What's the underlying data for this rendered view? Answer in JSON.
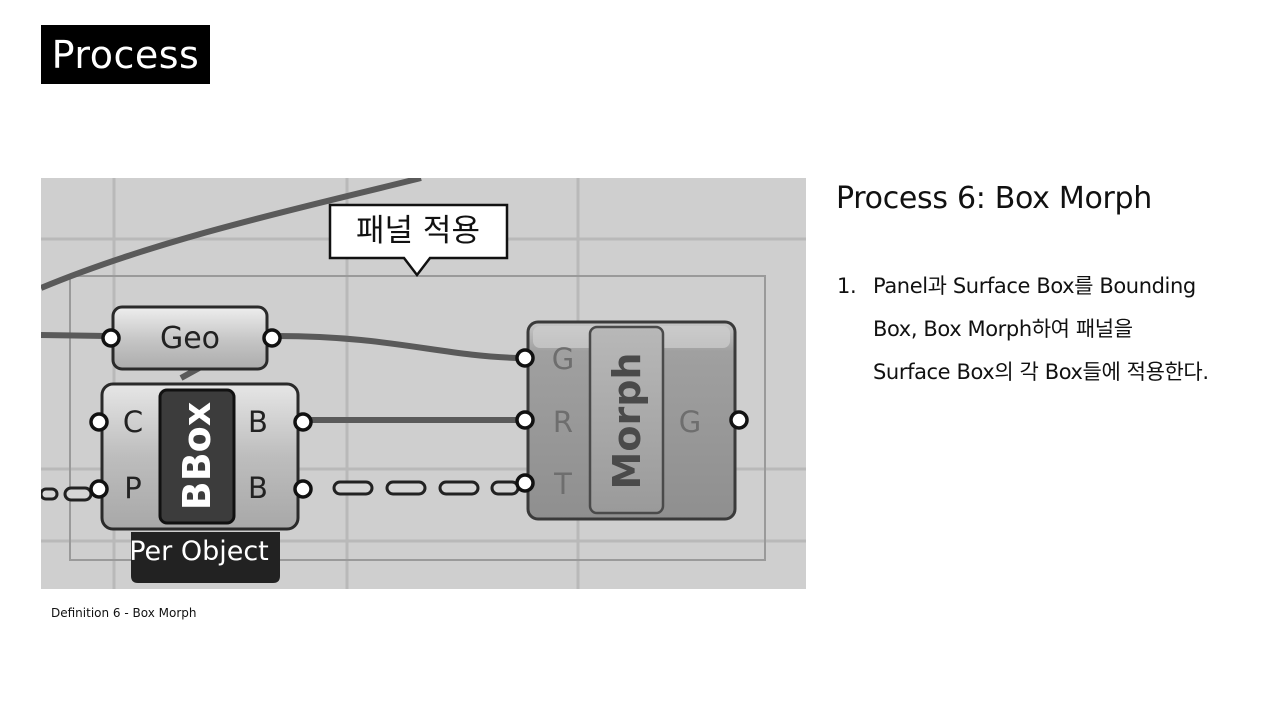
{
  "slide": {
    "title": "Process",
    "caption": "Definition 6 - Box Morph"
  },
  "content": {
    "heading": "Process 6: Box Morph",
    "steps": [
      {
        "number": "1.",
        "lines": [
          "Panel과 Surface Box를 Bounding",
          "Box, Box Morph하여 패널을",
          "Surface Box의 각 Box들에 적용한다."
        ]
      }
    ]
  },
  "definition": {
    "group_label": "패널 적용",
    "geo_param": "Geo",
    "bbox": {
      "name": "BBox",
      "inputs": [
        "C",
        "P"
      ],
      "outputs": [
        "B",
        "B"
      ],
      "mode": "Per Object"
    },
    "morph": {
      "name": "Morph",
      "inputs": [
        "G",
        "R",
        "T"
      ],
      "output": "G"
    }
  }
}
